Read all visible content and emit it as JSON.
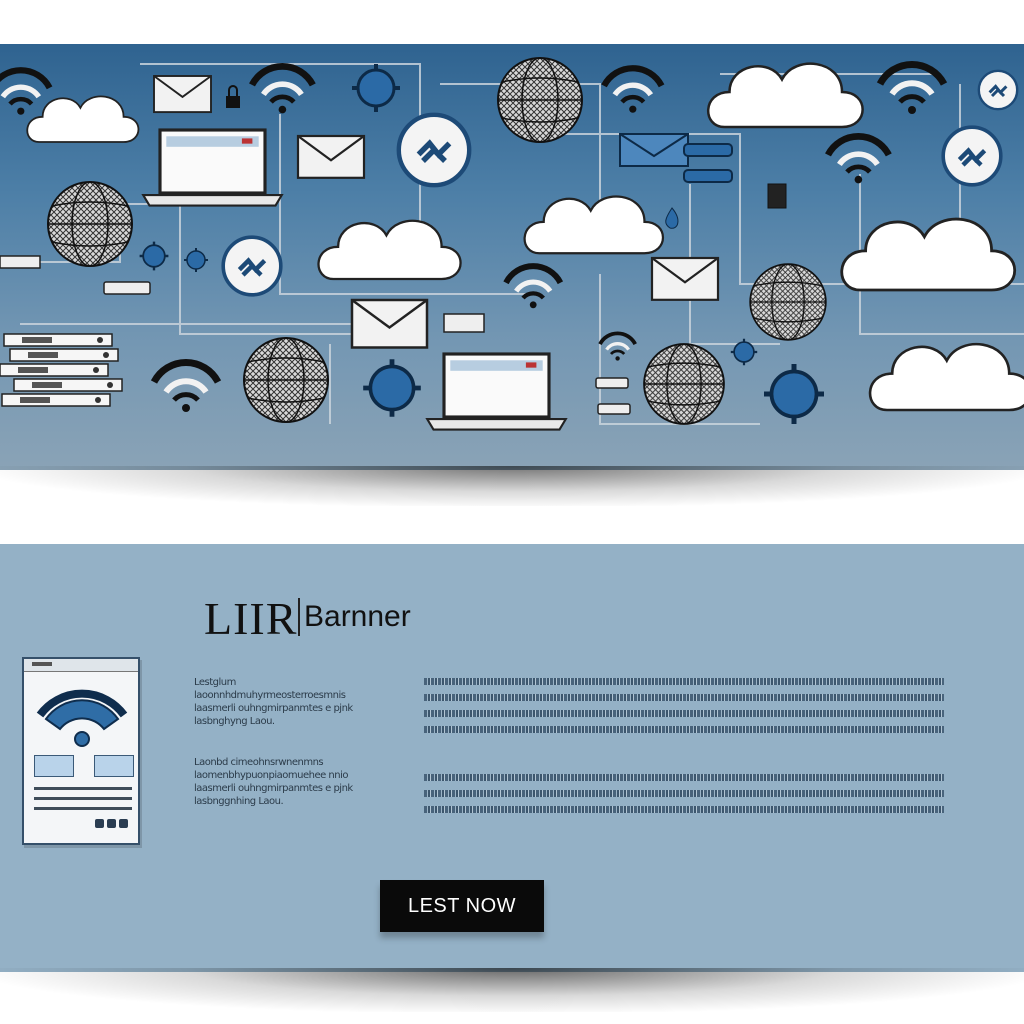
{
  "banner": {
    "brand": "LIIR",
    "subtitle": "Barnner",
    "cta_label": "LEST NOW",
    "copy_block_1": "Lestglum\nlaoonnhdmuhyrmeosterroesmnis\nlaasmerli ouhngmirpanmtes e pjnk\nlasbnghyng Laou.",
    "copy_block_2": "Laonbd cimeohnsrwnenmns\nlaomenbhypuonpiaomuehee nnio\nlaasmerli ouhngmirpanmtes e pjnk\nlasbnggnhing Laou.",
    "stripe_rows_1": 4,
    "stripe_rows_2": 3
  },
  "colors": {
    "network_bg_top": "#2f6390",
    "promo_bg": "#94b1c6",
    "accent_blue": "#2f6da6",
    "cta_bg": "#0a0a0a"
  },
  "icons": [
    "wifi-icon",
    "cloud-icon",
    "globe-icon",
    "envelope-icon",
    "laptop-icon",
    "server-rack-icon",
    "network-hub-icon",
    "satellite-node-icon",
    "lock-icon"
  ]
}
